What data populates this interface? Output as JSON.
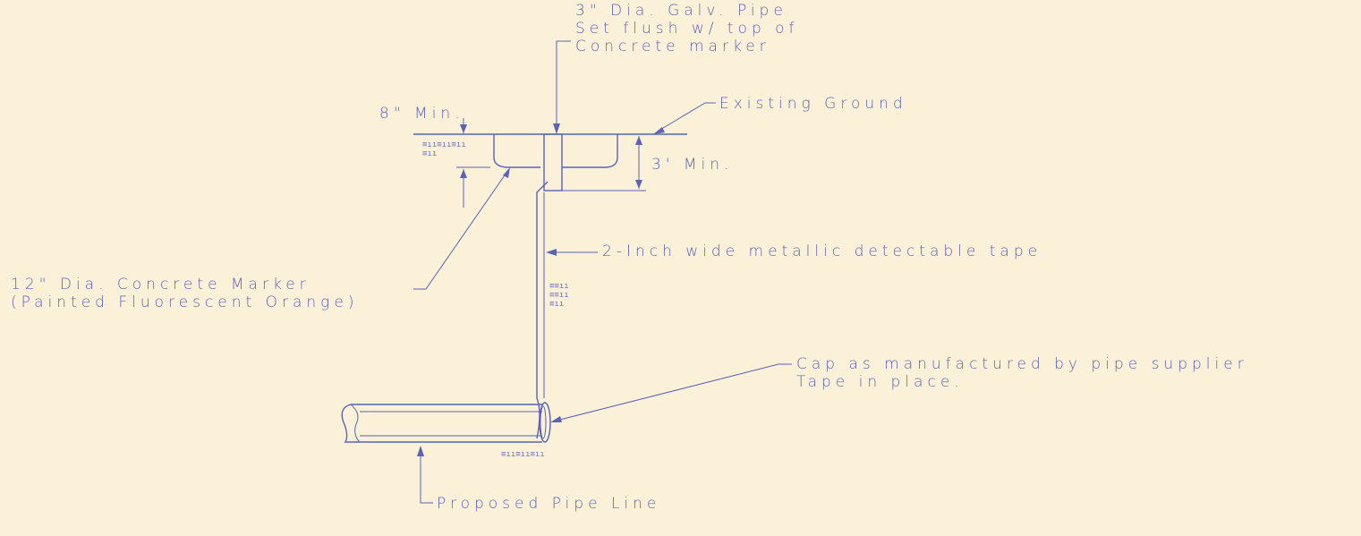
{
  "labels": {
    "pipe_callout": [
      "3\" Dia. Galv. Pipe",
      "Set flush w/ top of",
      "Concrete marker"
    ],
    "min_8": "8\" Min.",
    "existing_ground": "Existing Ground",
    "min_3": "3' Min.",
    "tape": "2-Inch wide metallic detectable tape",
    "marker": [
      "12\" Dia. Concrete Marker",
      "(Painted Fluorescent Orange)"
    ],
    "cap": [
      "Cap as manufactured by pipe supplier",
      "Tape in place."
    ],
    "pipe_line": "Proposed Pipe Line"
  },
  "colors": {
    "paper": "#fbf0d8",
    "ink": "#5a63b8"
  }
}
